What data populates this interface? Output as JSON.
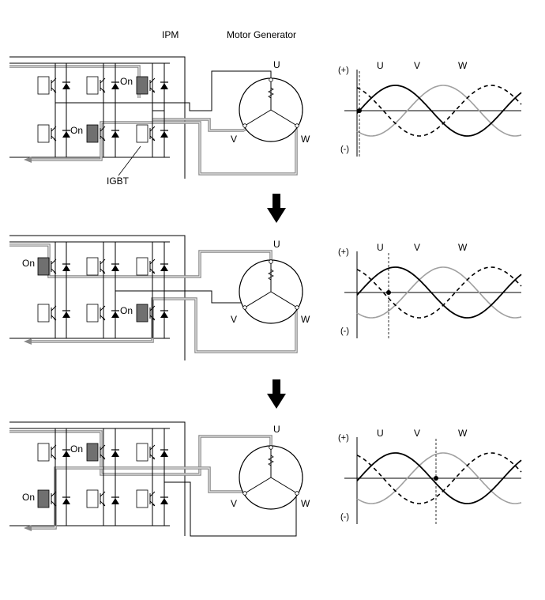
{
  "header": {
    "ipm": "IPM",
    "motor_generator": "Motor Generator"
  },
  "panels": [
    {
      "on_labels": [
        "On",
        "On"
      ],
      "igbt_label": "IGBT",
      "phases": {
        "u": "U",
        "v": "V",
        "w": "W"
      },
      "graph": {
        "plus": "(+)",
        "minus": "(-)",
        "u": "U",
        "v": "V",
        "w": "W"
      }
    },
    {
      "on_labels": [
        "On",
        "On"
      ],
      "phases": {
        "u": "U",
        "v": "V",
        "w": "W"
      },
      "graph": {
        "plus": "(+)",
        "minus": "(-)",
        "u": "U",
        "v": "V",
        "w": "W"
      }
    },
    {
      "on_labels": [
        "On",
        "On"
      ],
      "phases": {
        "u": "U",
        "v": "V",
        "w": "W"
      },
      "graph": {
        "plus": "(+)",
        "minus": "(-)",
        "u": "U",
        "v": "V",
        "w": "W"
      }
    }
  ],
  "colors": {
    "line": "#000000",
    "current_path": "#888888",
    "igbt_on": "#707070",
    "wave_v": "#a0a0a0"
  }
}
